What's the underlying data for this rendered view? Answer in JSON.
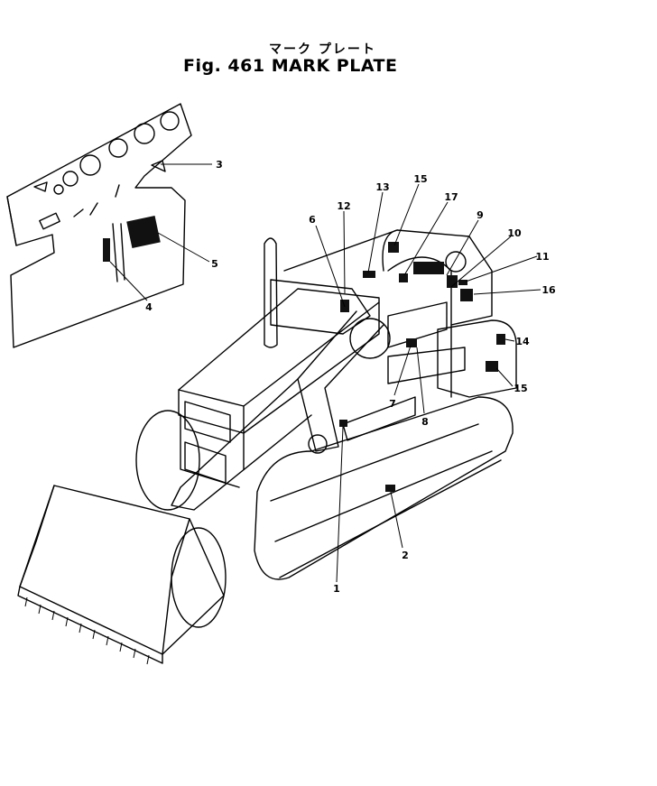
{
  "header": {
    "title_jp": "マーク プレート",
    "title": "Fig. 461 MARK PLATE"
  },
  "callouts": {
    "c1": "1",
    "c2": "2",
    "c3": "3",
    "c4": "4",
    "c5": "5",
    "c6": "6",
    "c7": "7",
    "c8": "8",
    "c9": "9",
    "c10": "10",
    "c11": "11",
    "c12": "12",
    "c13": "13",
    "c14": "14",
    "c15a": "15",
    "c15b": "15",
    "c16": "16",
    "c17": "17"
  }
}
